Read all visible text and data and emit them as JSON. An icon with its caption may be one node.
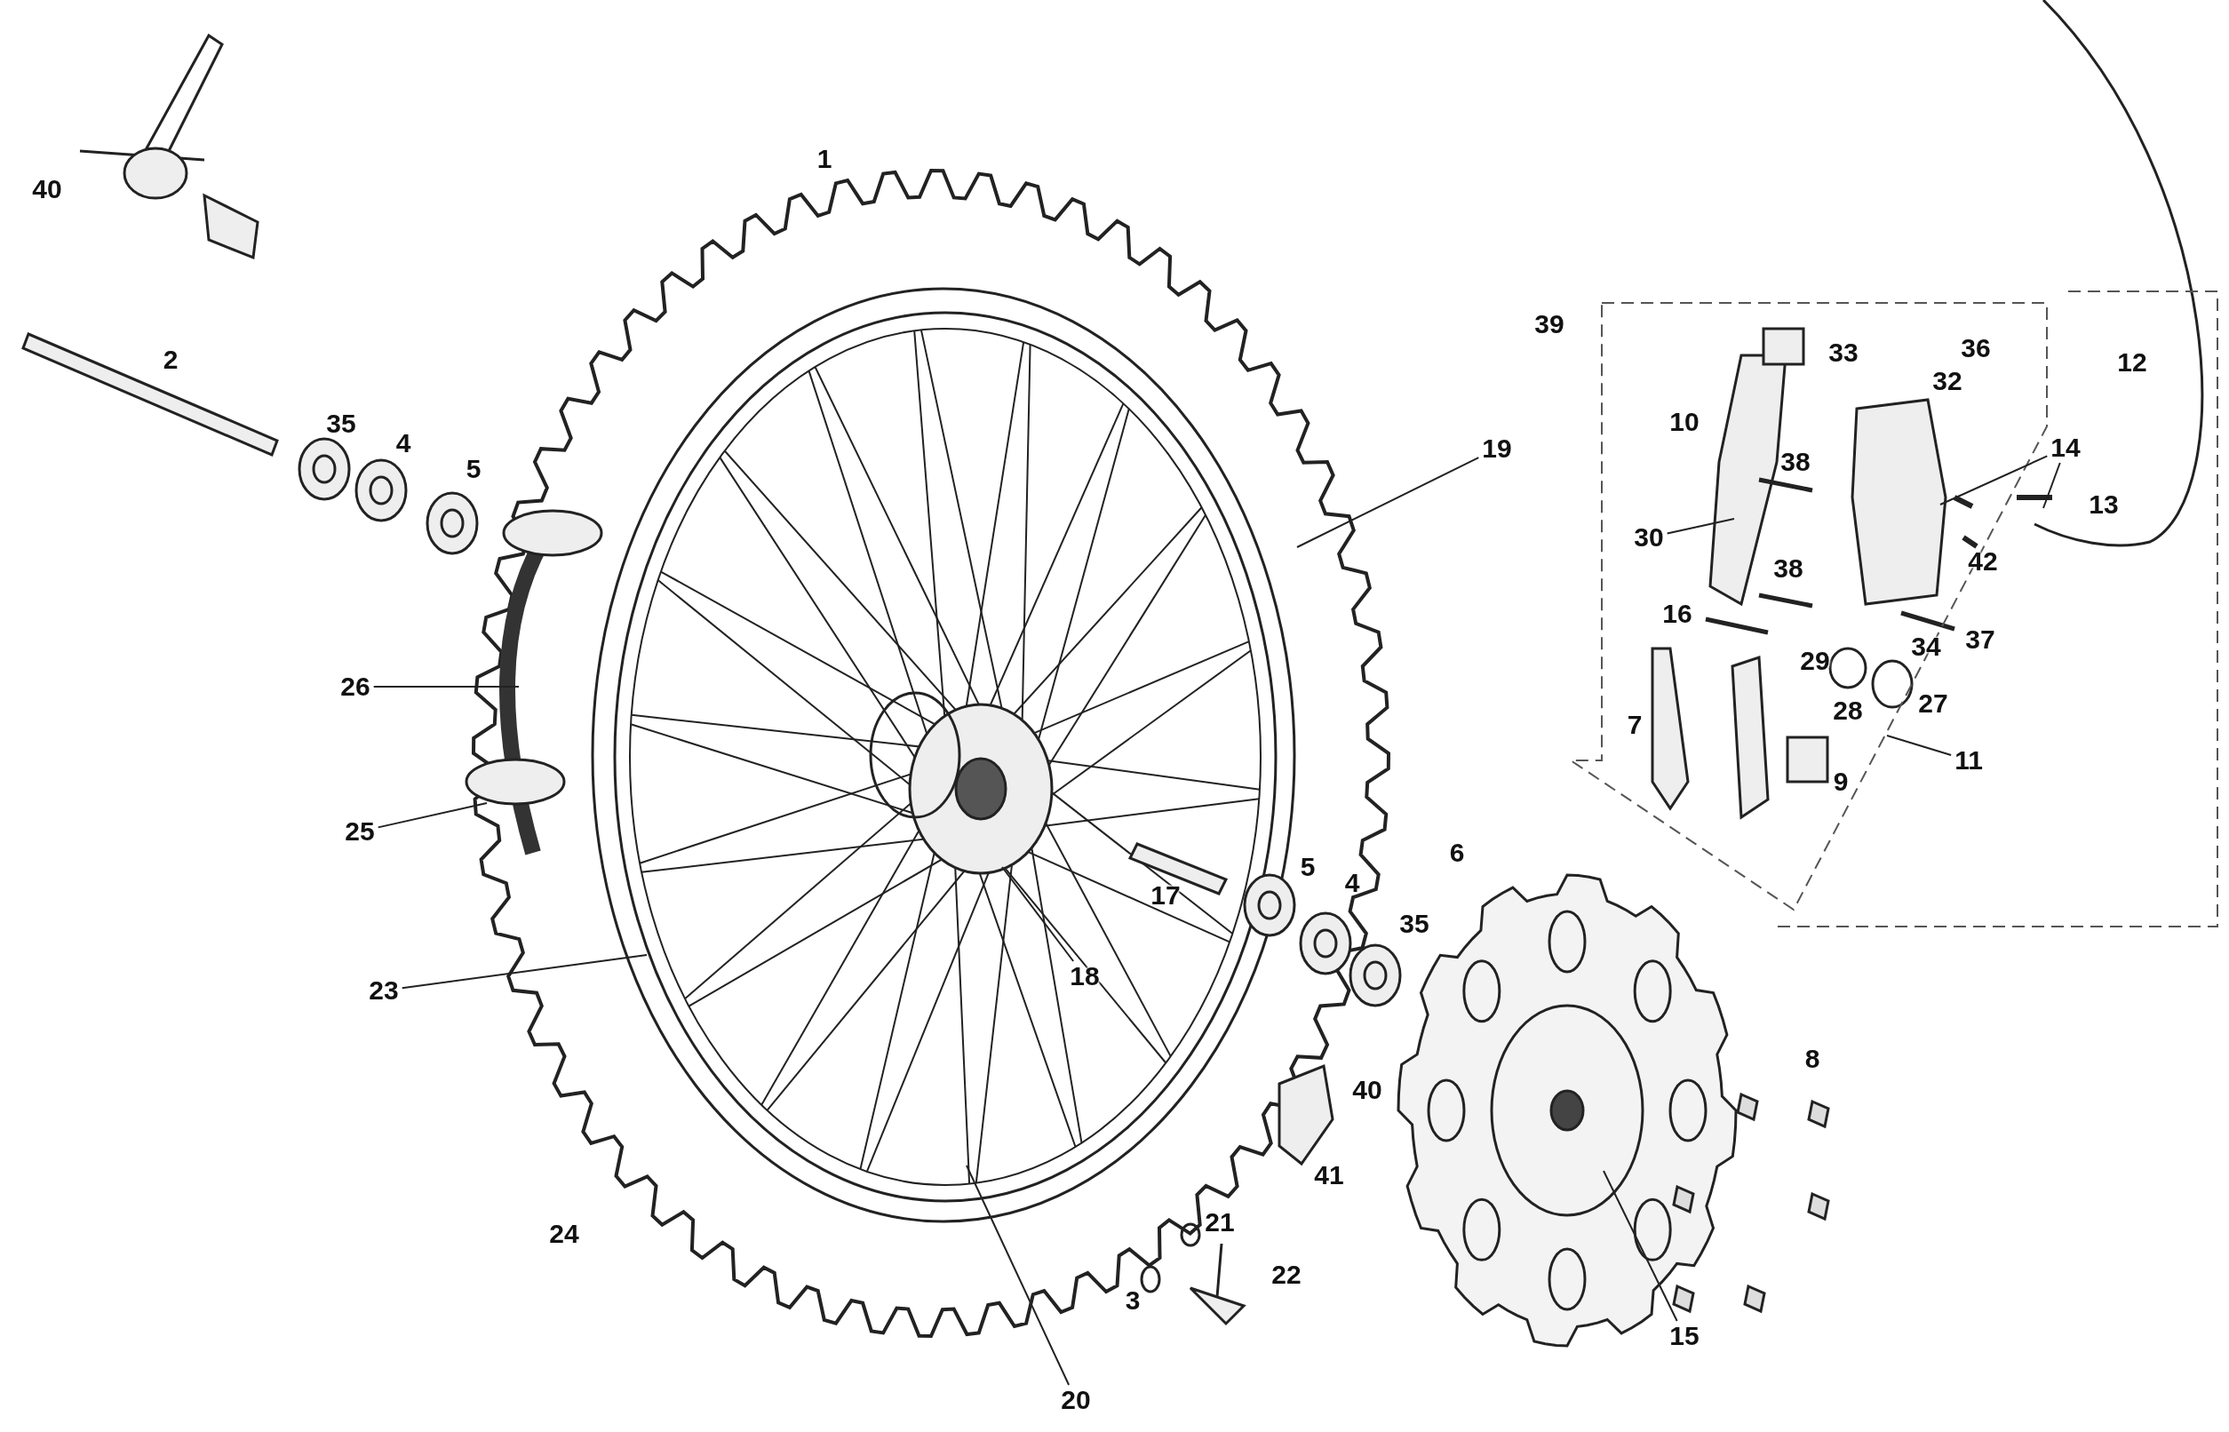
{
  "diagram": {
    "nodes": [
      {
        "text": [
          "19"
        ]
      },
      {
        "text": [
          "14"
        ]
      },
      {
        "text": [
          "30"
        ]
      },
      {
        "text": [
          "26"
        ]
      },
      {
        "text": [
          "11"
        ]
      },
      {
        "text": [
          "25"
        ]
      },
      {
        "text": [
          "18"
        ]
      },
      {
        "text": [
          "23"
        ]
      },
      {
        "text": [
          "15"
        ]
      },
      {
        "text": [
          "20"
        ]
      }
    ],
    "edges": [
      {
        "from": 0,
        "to": null,
        "arrow": "none"
      },
      {
        "from": 1,
        "to": null,
        "arrow": "none"
      },
      {
        "from": 1,
        "to": null,
        "arrow": "none"
      },
      {
        "from": 2,
        "to": null,
        "arrow": "none"
      },
      {
        "from": 3,
        "to": null,
        "arrow": "none"
      },
      {
        "from": 4,
        "to": null,
        "arrow": "none"
      },
      {
        "from": 5,
        "to": null,
        "arrow": "none"
      },
      {
        "from": 6,
        "to": null,
        "arrow": "none"
      },
      {
        "from": 7,
        "to": null,
        "arrow": "none"
      },
      {
        "from": 8,
        "to": null,
        "arrow": "none"
      },
      {
        "from": 9,
        "to": null,
        "arrow": "none"
      }
    ],
    "labels": [
      "1",
      "40",
      "36",
      "39",
      "33",
      "2",
      "12",
      "32",
      "10",
      "35",
      "4",
      "38",
      "5",
      "13",
      "42",
      "38",
      "16",
      "37",
      "34",
      "29",
      "27",
      "28",
      "7",
      "9",
      "6",
      "5",
      "17",
      "4",
      "35",
      "8",
      "40",
      "41",
      "21",
      "24",
      "22",
      "3"
    ]
  }
}
